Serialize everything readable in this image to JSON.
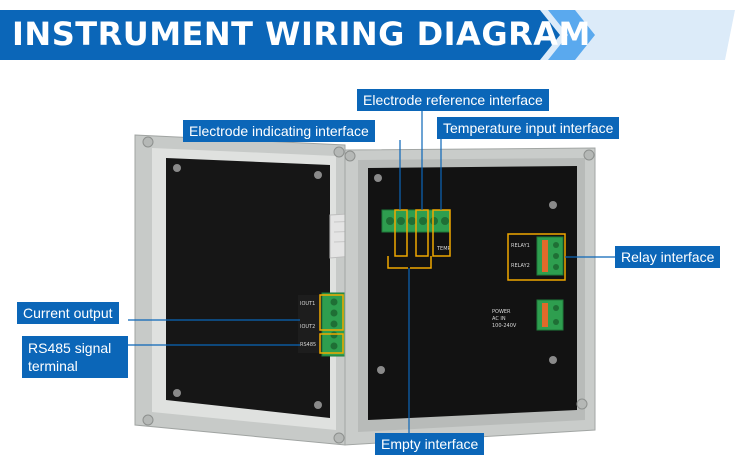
{
  "title": "INSTRUMENT WIRING DIAGRAM",
  "colors": {
    "banner": "#0b66b8",
    "banner_accent": "#5aa9ee",
    "callout_bg": "#0b66b8",
    "leader_line": "#0b66b8",
    "terminal_green": "#2e9e4f",
    "relay_orange": "#e06a2a",
    "highlight_box": "#f0a800"
  },
  "callouts": {
    "electrode_reference": "Electrode reference interface",
    "electrode_indicating": "Electrode indicating interface",
    "temperature_input": "Temperature input interface",
    "relay": "Relay interface",
    "current_output": "Current output",
    "rs485_line1": "RS485 signal",
    "rs485_line2": "terminal",
    "empty": "Empty interface"
  },
  "panel_labels": {
    "relay1": "RELAY1",
    "relay2": "RELAY2",
    "power": "POWER",
    "ac_in": "AC IN",
    "voltage": "100-240V",
    "temp": "TEMP",
    "iout1": "IOUT1",
    "iout2": "IOUT2",
    "rs485": "RS485"
  }
}
